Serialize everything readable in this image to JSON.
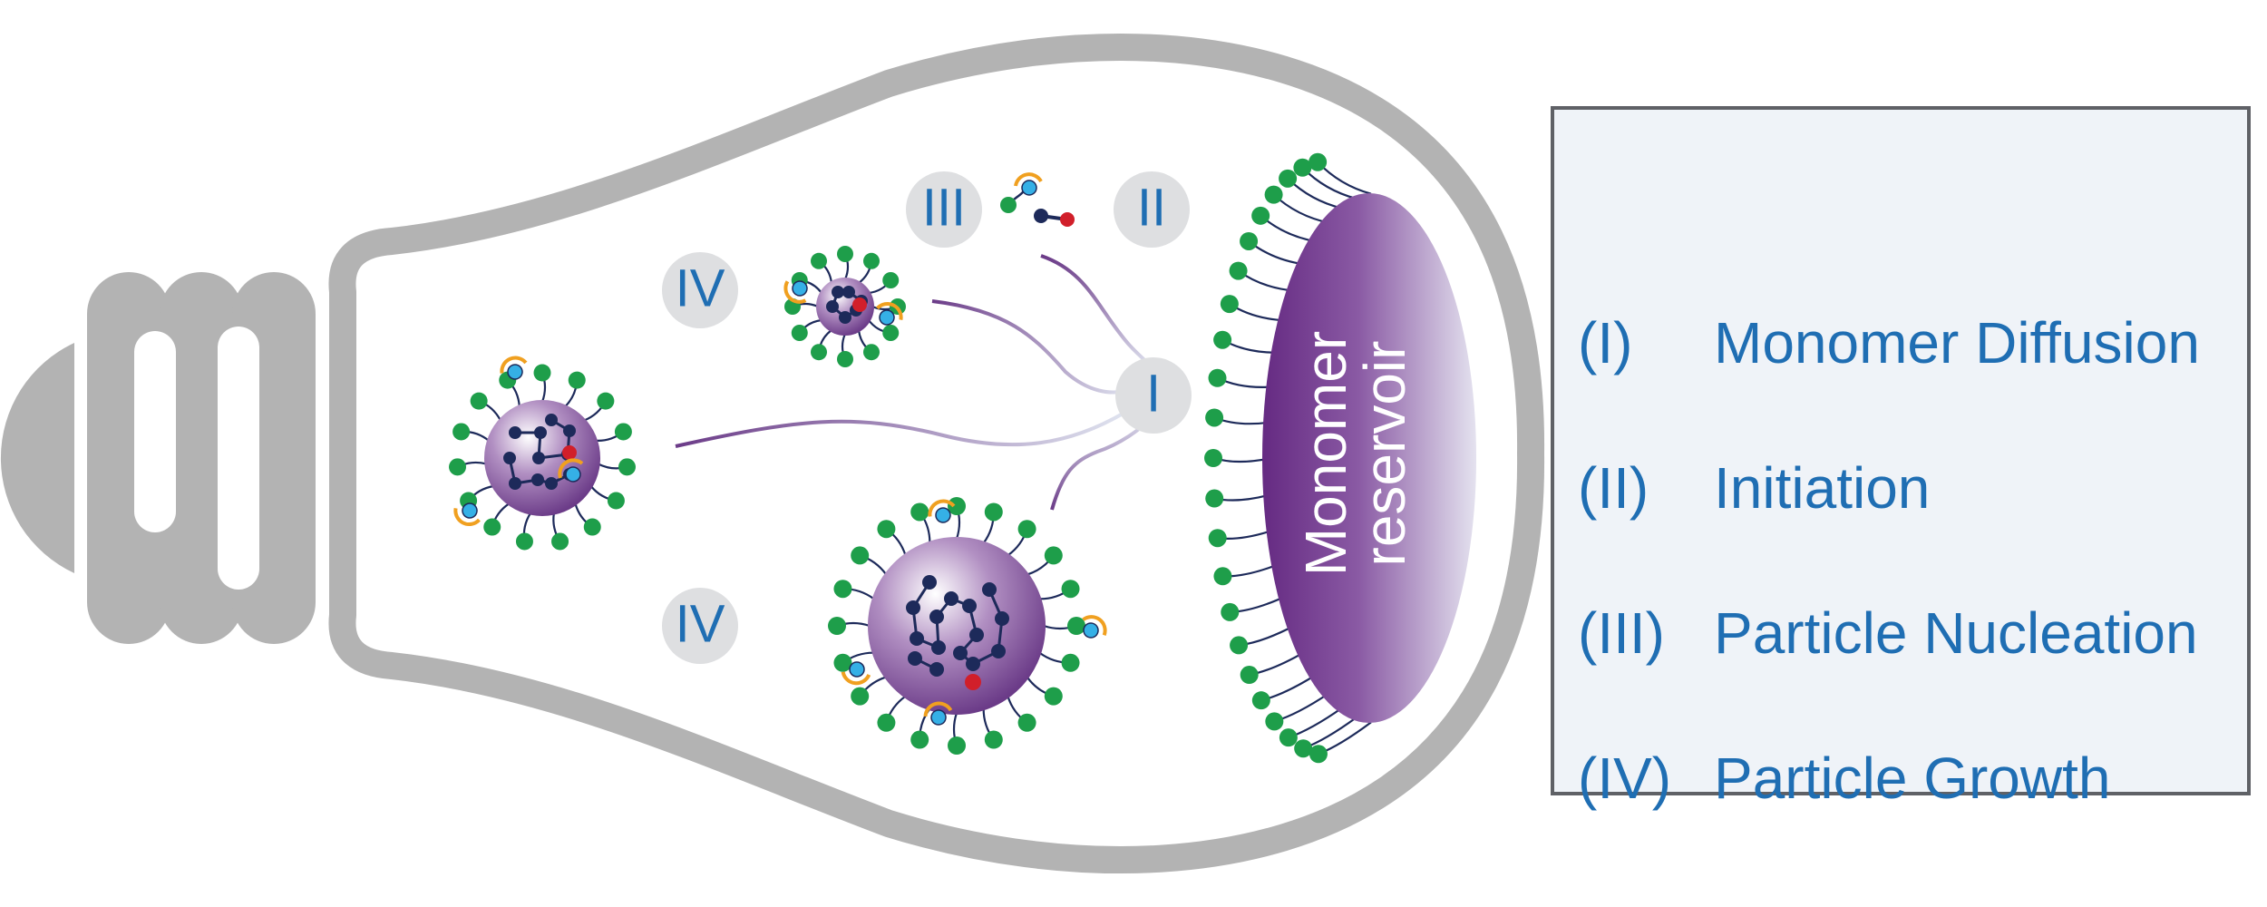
{
  "colors": {
    "bulb": "#b3b3b3",
    "stage_badge": "#dedfe1",
    "label_blue": "#1f6eb3",
    "particle_purple": "#8a5a9f",
    "chain_navy": "#1d2a5a",
    "surfactant_green": "#1e9e4a",
    "initiator_red": "#d11f2a",
    "radical_cyan": "#35b0e6",
    "radical_orange": "#f0a020",
    "legend_bg": "#eff3f8",
    "legend_border": "#5f6166"
  },
  "stages": {
    "i": "I",
    "ii": "II",
    "iii": "III",
    "iv_top": "IV",
    "iv_bottom": "IV"
  },
  "reservoir": {
    "line1": "Monomer",
    "line2": "reservoir"
  },
  "legend": {
    "items": [
      {
        "code": "(I)",
        "label": "Monomer Diffusion"
      },
      {
        "code": "(II)",
        "label": "Initiation"
      },
      {
        "code": "(III)",
        "label": "Particle Nucleation"
      },
      {
        "code": "(IV)",
        "label": "Particle Growth"
      }
    ]
  }
}
